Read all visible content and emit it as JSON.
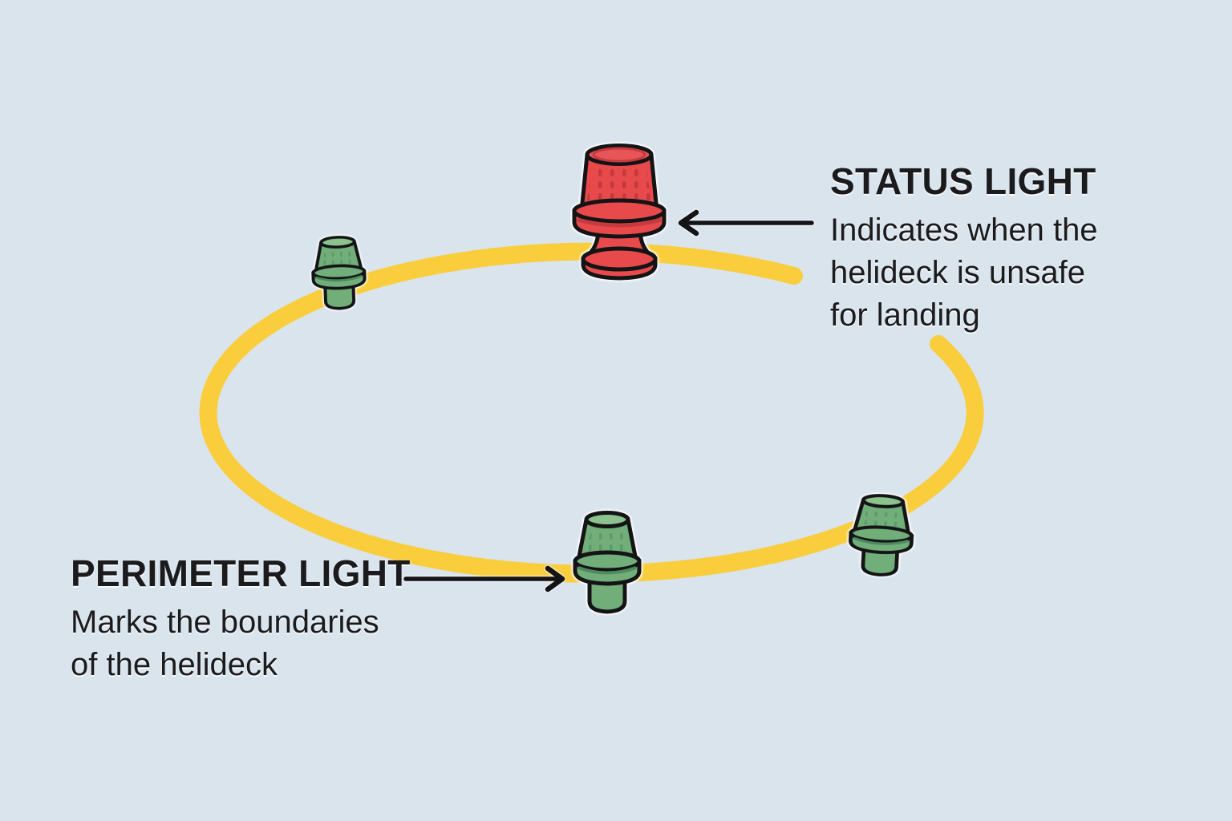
{
  "background_color": "#D9E4ED",
  "ring": {
    "name": "helideck-perimeter-ring",
    "color": "#FACD3C"
  },
  "annotations": {
    "status": {
      "heading": "STATUS LIGHT",
      "lines": [
        "Indicates when the",
        "helideck is unsafe",
        "for landing"
      ]
    },
    "perimeter": {
      "heading": "PERIMETER LIGHT",
      "lines": [
        "Marks the boundaries",
        "of the helideck"
      ]
    }
  },
  "lights": {
    "status": {
      "label": "status light",
      "color": "#E84A4C",
      "color_dark": "#C43A3F"
    },
    "perimeter": {
      "label": "perimeter light",
      "color": "#71AE7A",
      "color_top": "#8CC28E",
      "color_dark": "#4E8A5F",
      "visible_count": 3
    }
  },
  "arrow_color": "#141416",
  "text_color": "#1B1B1E"
}
